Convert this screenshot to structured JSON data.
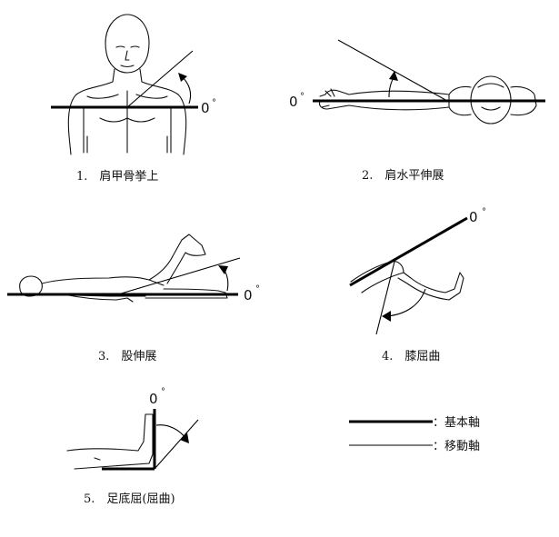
{
  "zero_label": "0",
  "degree_mark": "°",
  "figures": [
    {
      "caption": "1.　肩甲骨挙上"
    },
    {
      "caption": "2.　肩水平伸展"
    },
    {
      "caption": "3.　股伸展"
    },
    {
      "caption": "4.　膝屈曲"
    },
    {
      "caption": "5.　足底屈(屈曲)"
    }
  ],
  "legend": {
    "basic_axis": "：基本軸",
    "moving_axis": "：移動軸"
  }
}
